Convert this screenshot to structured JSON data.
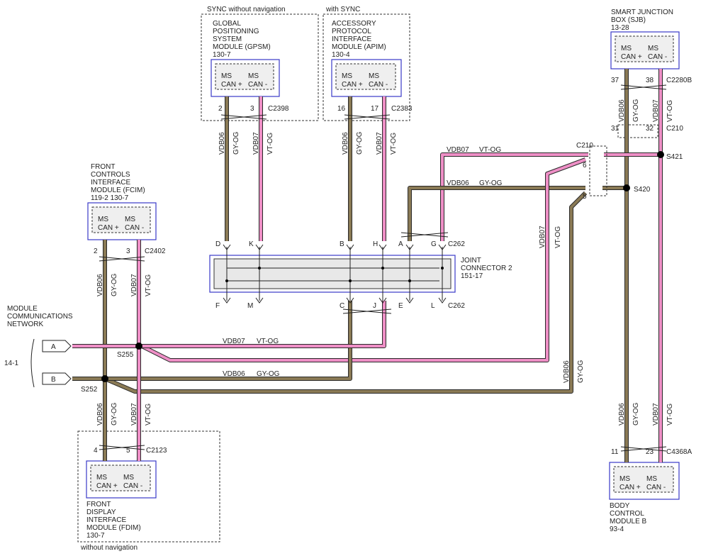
{
  "colors": {
    "brown_wire": "#8a7a55",
    "pink_wire": "#ee8fc6",
    "module_border": "#3a3ac8"
  },
  "modules": {
    "gpsm": {
      "group_label": "SYNC without navigation",
      "name_lines": [
        "GLOBAL",
        "POSITIONING",
        "SYSTEM",
        "MODULE (GPSM)",
        "130-7"
      ],
      "pin1": "MS",
      "pin1b": "CAN +",
      "pin2": "MS",
      "pin2b": "CAN -",
      "pin_a": "2",
      "pin_b": "3",
      "connector": "C2398"
    },
    "apim": {
      "group_label": "with SYNC",
      "name_lines": [
        "ACCESSORY",
        "PROTOCOL",
        "INTERFACE",
        "MODULE (APIM)",
        "130-4"
      ],
      "pin1": "MS",
      "pin1b": "CAN +",
      "pin2": "MS",
      "pin2b": "CAN -",
      "pin_a": "16",
      "pin_b": "17",
      "connector": "C2383"
    },
    "sjb": {
      "name_lines": [
        "SMART JUNCTION",
        "BOX (SJB)",
        "13-28"
      ],
      "pin1": "MS",
      "pin1b": "CAN +",
      "pin2": "MS",
      "pin2b": "CAN -",
      "pin_a": "37",
      "pin_b": "38",
      "connector": "C2280B",
      "pin_c": "31",
      "pin_d": "32",
      "connector2": "C210"
    },
    "fcim": {
      "name_lines": [
        "FRONT",
        "CONTROLS",
        "INTERFACE",
        "MODULE (FCIM)",
        "119-2  130-7"
      ],
      "pin1": "MS",
      "pin1b": "CAN +",
      "pin2": "MS",
      "pin2b": "CAN -",
      "pin_a": "2",
      "pin_b": "3",
      "connector": "C2402"
    },
    "fdim": {
      "name_lines": [
        "FRONT",
        "DISPLAY",
        "INTERFACE",
        "MODULE (FDIM)",
        "130-7"
      ],
      "group_label": "without navigation",
      "pin1": "MS",
      "pin1b": "CAN +",
      "pin2": "MS",
      "pin2b": "CAN -",
      "pin_a": "4",
      "pin_b": "5",
      "connector": "C2123"
    },
    "bcm": {
      "name_lines": [
        "BODY",
        "CONTROL",
        "MODULE B",
        "93-4"
      ],
      "pin1": "MS",
      "pin1b": "CAN +",
      "pin2": "MS",
      "pin2b": "CAN -",
      "pin_a": "11",
      "pin_b": "23",
      "connector": "C4368A"
    }
  },
  "joint_connector": {
    "name_lines": [
      "JOINT",
      "CONNECTOR 2",
      "151-17"
    ],
    "top_pins": [
      "D",
      "K",
      "B",
      "H",
      "A",
      "G"
    ],
    "bottom_pins": [
      "F",
      "M",
      "C",
      "J",
      "E",
      "L"
    ],
    "connector": "C262"
  },
  "network": {
    "title_lines": [
      "MODULE",
      "COMMUNICATIONS",
      "NETWORK"
    ],
    "ref": "14-1",
    "port_a": "A",
    "port_b": "B"
  },
  "wire_labels": {
    "vdb06": "VDB06",
    "vdb07": "VDB07",
    "gy_og": "GY-OG",
    "vt_og": "VT-OG"
  },
  "splices": {
    "s421": "S421",
    "s420": "S420",
    "s255": "S255",
    "s252": "S252"
  },
  "c210": {
    "label": "C210",
    "pin6": "6",
    "pin5": "5"
  }
}
